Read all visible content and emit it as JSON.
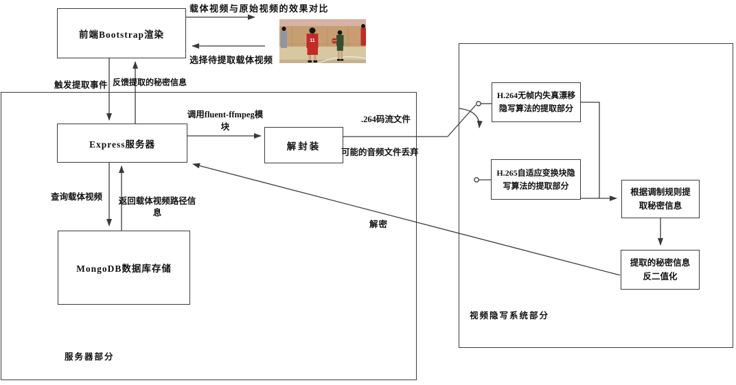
{
  "containers": {
    "server": {
      "label": "服务器部分"
    },
    "stego": {
      "label": "视频隐写系统部分"
    }
  },
  "nodes": {
    "bootstrap": "前端Bootstrap渲染",
    "express": "Express服务器",
    "demux": "解封装",
    "mongodb": "MongoDB数据库存储",
    "h264_extract": "H.264无帧内失真漂移隐写算法的提取部分",
    "h265_extract": "H.265自适应变换块隐写算法的提取部分",
    "modulation_extract": "根据调制规则提取秘密信息",
    "debinarize": "提取的秘密信息反二值化"
  },
  "edges": {
    "compare": "载体视频与原始视频的效果对比",
    "select_video": "选择待提取载体视频",
    "trigger_event": "触发提取事件",
    "feedback_secret": "反馈提取的秘密信息",
    "call_ffmpeg_line1": "调用fluent-ffmpeg模",
    "call_ffmpeg_line2": "块",
    "stream_264": ".264码流文件",
    "audio_discard": "可能的音频文件丢弃",
    "query_video": "查询载体视频",
    "return_path_line1": "返回载体视频路径信",
    "return_path_line2": "息",
    "decrypt": "解密"
  },
  "photo": {
    "alt": "篮球场视频画面",
    "jersey_number": "11",
    "colors": {
      "wall_top": "#d6b2a4",
      "wall": "#c79e72",
      "wall_seam": "#ab8355",
      "floor": "#d8c8a2",
      "floor_shadow": "#b9a37e",
      "jersey_red": "#c22b26",
      "jersey_green": "#31502f",
      "skin": "#c9a184",
      "hair": "#161616",
      "ball": "#b83228",
      "court_line": "#ece6d8",
      "bystander": "#8e95a5"
    }
  },
  "style": {
    "line_color": "#3a3a3a"
  }
}
